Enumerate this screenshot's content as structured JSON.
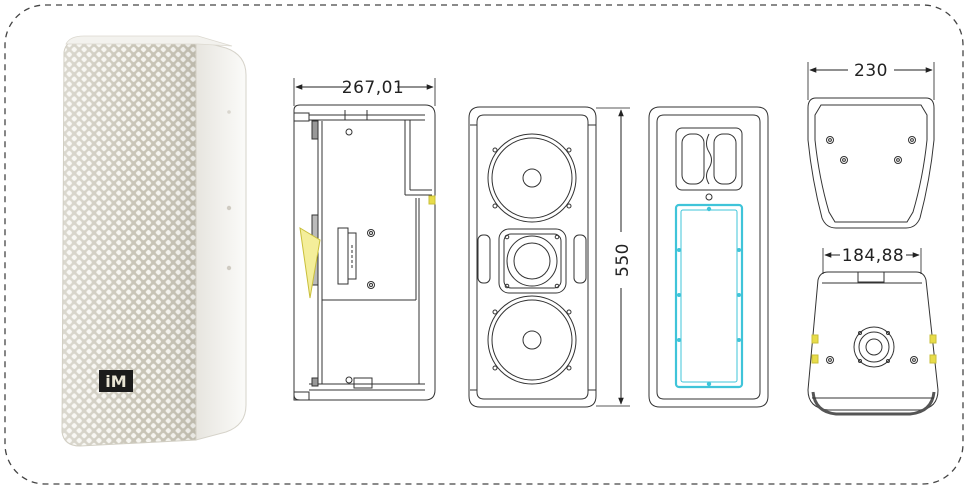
{
  "dimensions": {
    "side_depth": "267,01",
    "height": "550",
    "top_width": "230",
    "bottom_width": "184,88"
  },
  "logo": {
    "text": "iM"
  },
  "colors": {
    "frame_dash": "#444444",
    "cabinet_white": "#f1f0ec",
    "line": "#333333",
    "highlight_cyan": "#3fc4d9",
    "highlight_yellow": "#e8dc4a"
  }
}
